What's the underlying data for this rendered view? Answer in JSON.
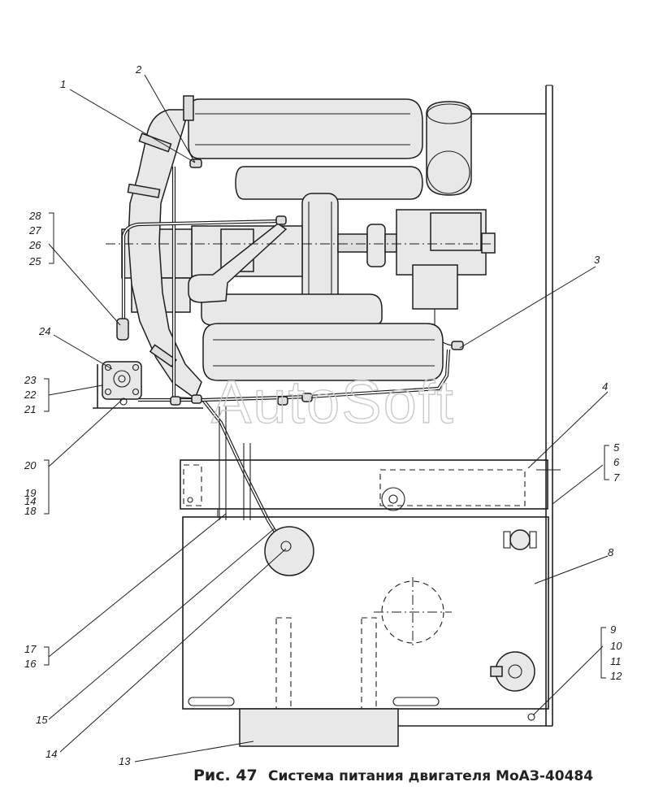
{
  "caption": {
    "prefix": "Рис. 47",
    "text": "Система питания двигателя МоАЗ-40484"
  },
  "watermark": "AutoSoft",
  "callouts": [
    "1",
    "2",
    "3",
    "4",
    "5",
    "6",
    "7",
    "8",
    "9",
    "10",
    "11",
    "12",
    "13",
    "14",
    "15",
    "16",
    "17",
    "18",
    "19",
    "20",
    "21",
    "22",
    "23",
    "24",
    "25",
    "26",
    "27",
    "28"
  ],
  "callout_groups": {
    "left_top": [
      "28",
      "27",
      "26",
      "25"
    ],
    "left_mid": [
      "23",
      "22",
      "21"
    ],
    "left_lower": [
      "20",
      "14",
      "19",
      "18"
    ],
    "left_bottom": [
      "17",
      "16"
    ],
    "right_mid": [
      "5",
      "6",
      "7"
    ],
    "right_bottom": [
      "9",
      "10",
      "11",
      "12"
    ]
  }
}
